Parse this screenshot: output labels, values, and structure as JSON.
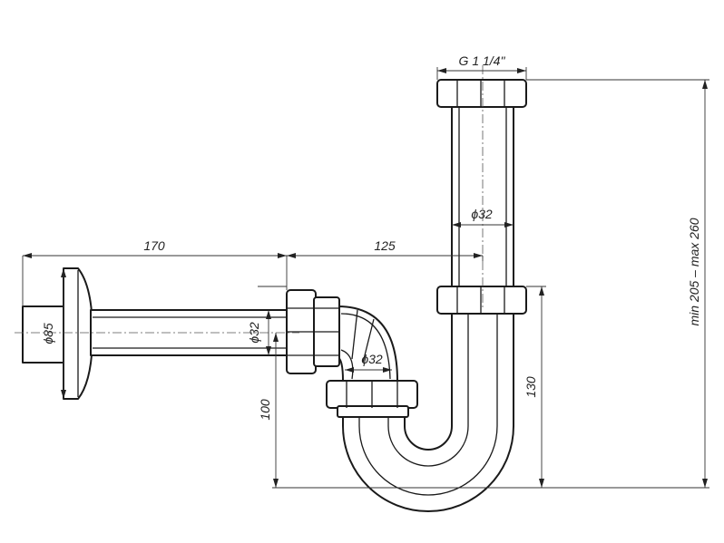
{
  "diagram": {
    "dimensions": {
      "wall_length": "170",
      "offset_length": "125",
      "thread_size": "G 1 1/4\"",
      "flange_diameter": "ϕ85",
      "horizontal_pipe_diameter": "ϕ32",
      "elbow_diameter": "ϕ32",
      "vertical_pipe_diameter": "ϕ32",
      "outlet_height": "100",
      "trap_height": "130",
      "total_height": "min 205 – max 260"
    }
  }
}
